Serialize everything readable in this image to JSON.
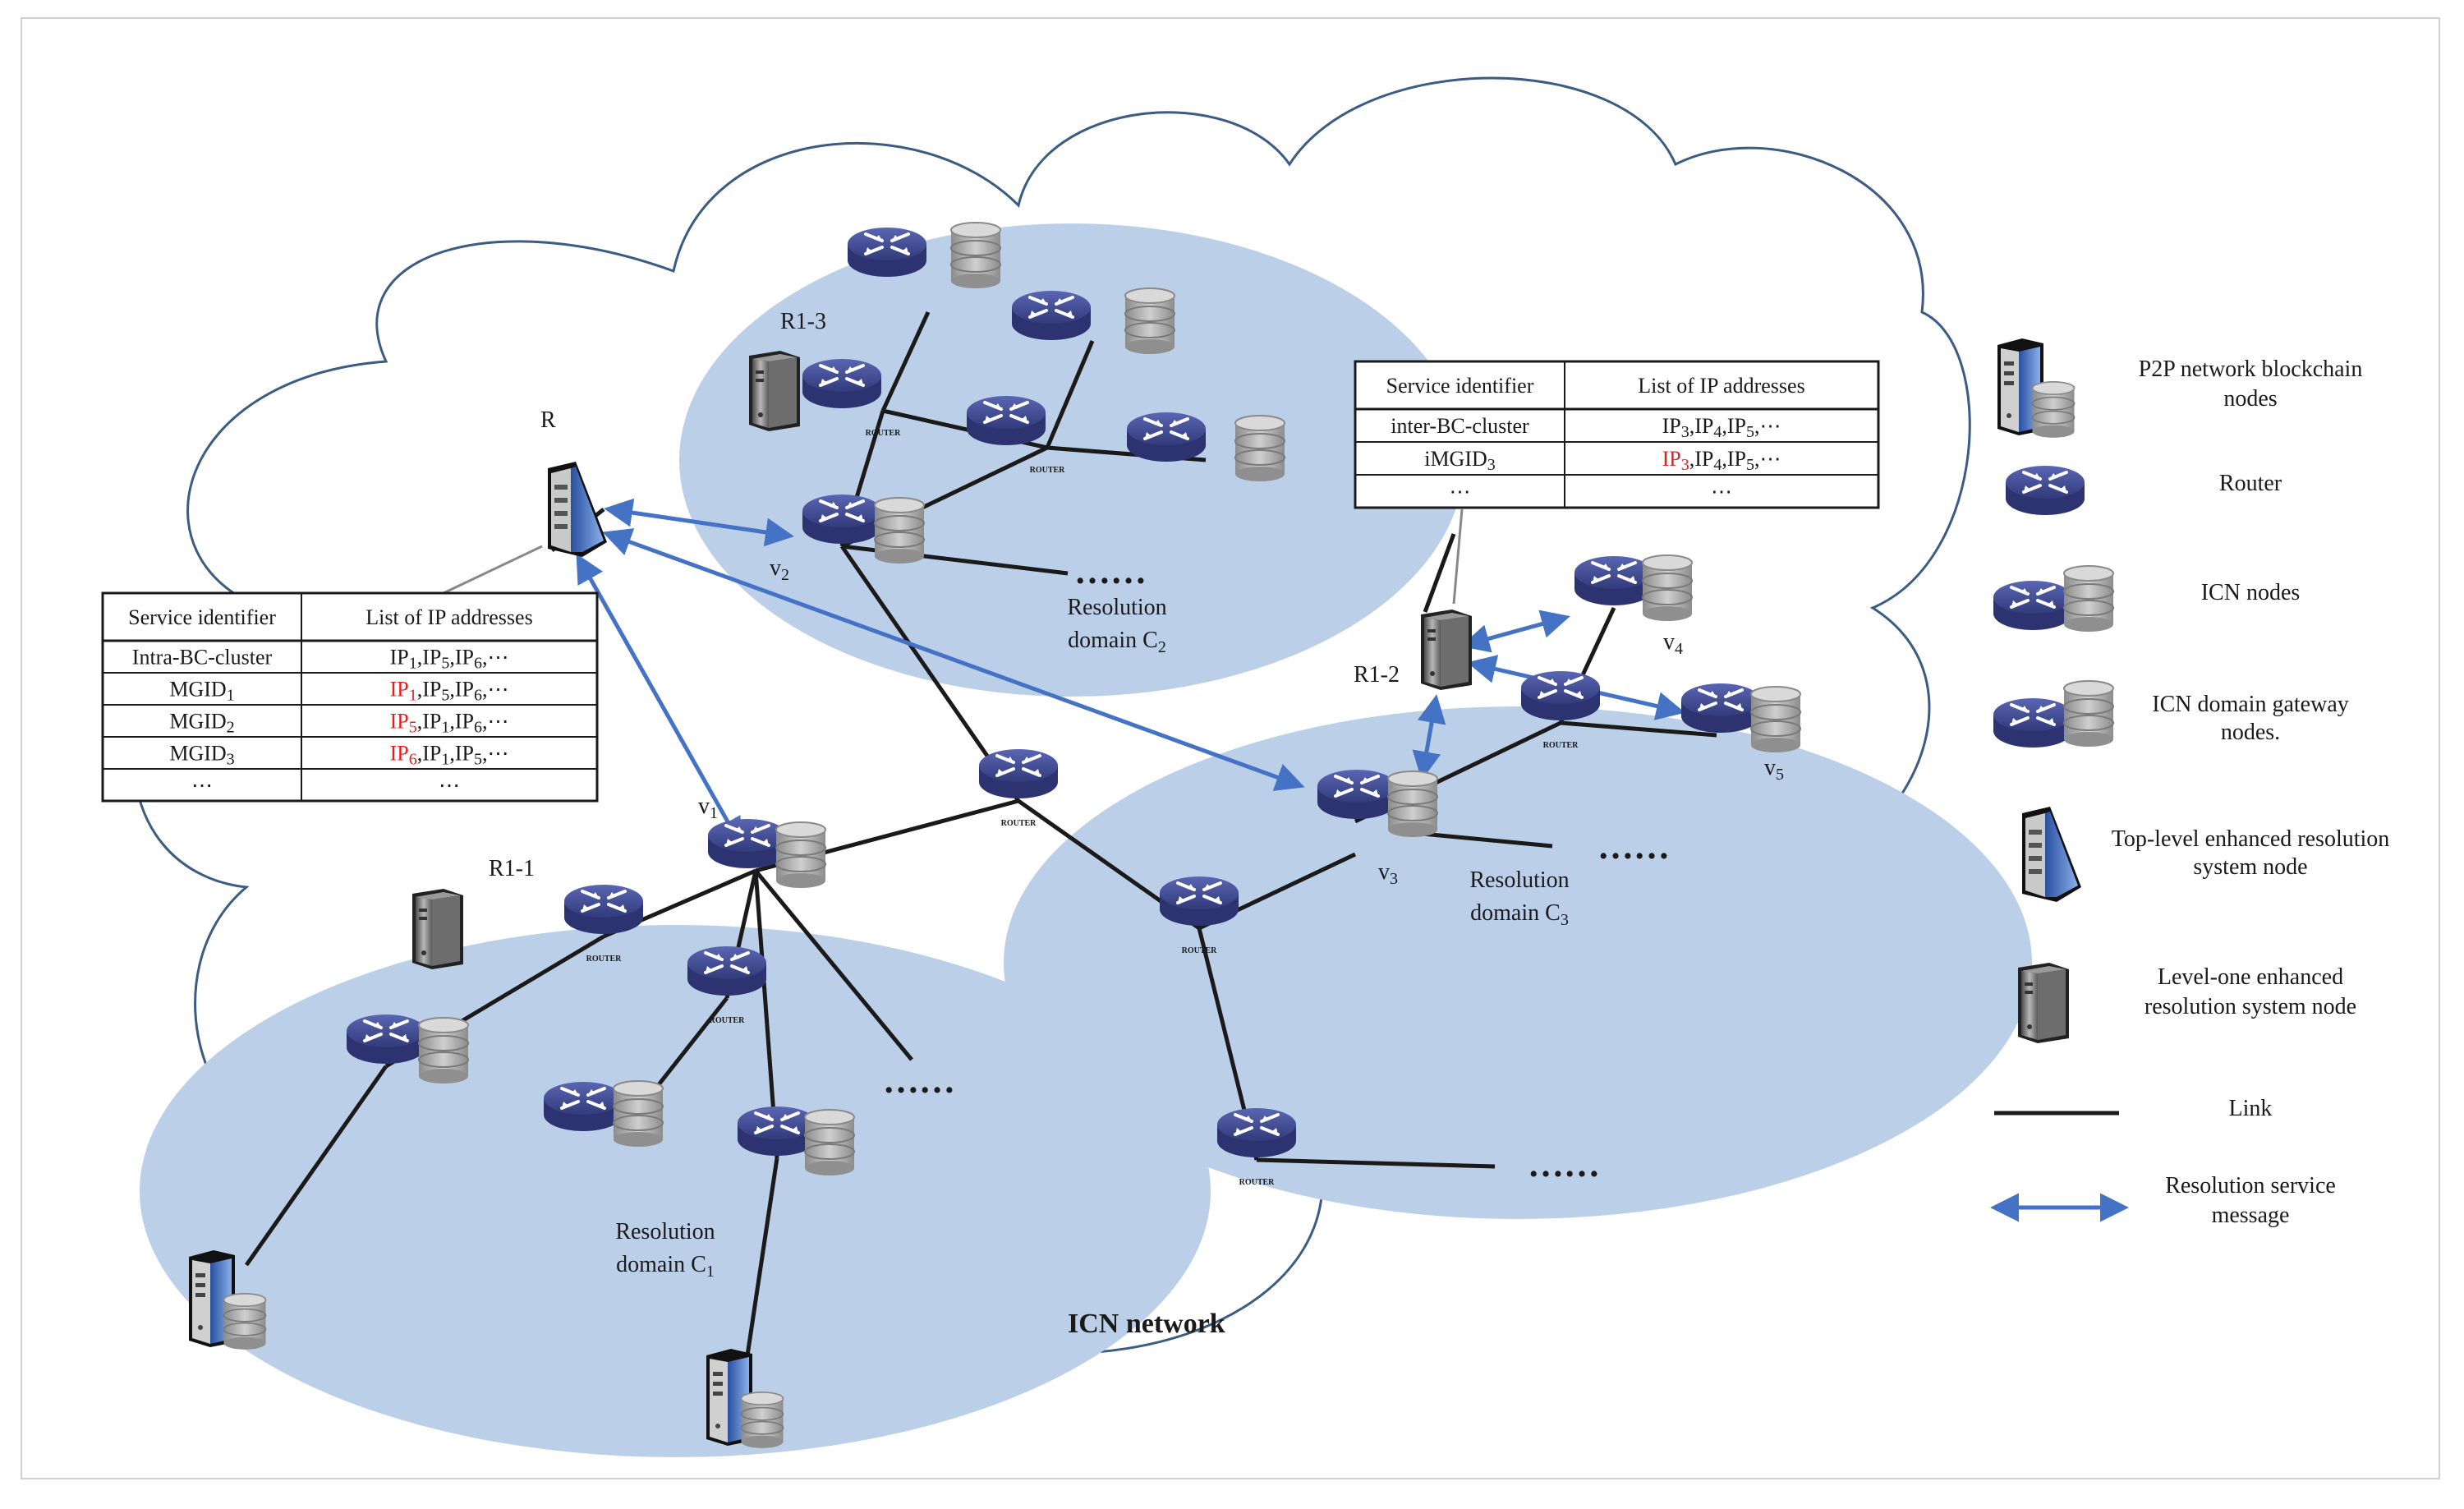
{
  "network_title": "ICN network",
  "domains": {
    "c1": {
      "line1": "Resolution",
      "line2": "domain C",
      "sub": "1"
    },
    "c2": {
      "line1": "Resolution",
      "line2": "domain C",
      "sub": "2"
    },
    "c3": {
      "line1": "Resolution",
      "line2": "domain C",
      "sub": "3"
    }
  },
  "node_labels": {
    "R": "R",
    "r1_1": "R1-1",
    "r1_2": "R1-2",
    "r1_3": "R1-3",
    "v1": {
      "base": "v",
      "sub": "1"
    },
    "v2": {
      "base": "v",
      "sub": "2"
    },
    "v3": {
      "base": "v",
      "sub": "3"
    },
    "v4": {
      "base": "v",
      "sub": "4"
    },
    "v5": {
      "base": "v",
      "sub": "5"
    },
    "router_text": "ROUTER",
    "ellipsis": "……"
  },
  "table_left": {
    "headers": [
      "Service identifier",
      "List of IP addresses"
    ],
    "rows": [
      {
        "id": "Intra-BC-cluster",
        "id_sub": "",
        "ips": [
          [
            "IP",
            "1",
            "k"
          ],
          [
            ",IP",
            "5",
            "k"
          ],
          [
            ",IP",
            "6",
            "k"
          ],
          [
            ",⋯",
            "",
            "k"
          ]
        ]
      },
      {
        "id": "MGID",
        "id_sub": "1",
        "ips": [
          [
            "IP",
            "1",
            "r"
          ],
          [
            ",IP",
            "5",
            "k"
          ],
          [
            ",IP",
            "6",
            "k"
          ],
          [
            ",⋯",
            "",
            "k"
          ]
        ]
      },
      {
        "id": "MGID",
        "id_sub": "2",
        "ips": [
          [
            "IP",
            "5",
            "r"
          ],
          [
            ",IP",
            "1",
            "k"
          ],
          [
            ",IP",
            "6",
            "k"
          ],
          [
            ",⋯",
            "",
            "k"
          ]
        ]
      },
      {
        "id": "MGID",
        "id_sub": "3",
        "ips": [
          [
            "IP",
            "6",
            "r"
          ],
          [
            ",IP",
            "1",
            "k"
          ],
          [
            ",IP",
            "5",
            "k"
          ],
          [
            ",⋯",
            "",
            "k"
          ]
        ]
      },
      {
        "id": "⋯",
        "id_sub": "",
        "ips": [
          [
            "⋯",
            "",
            "k"
          ]
        ]
      }
    ]
  },
  "table_right": {
    "headers": [
      "Service identifier",
      "List of IP addresses"
    ],
    "rows": [
      {
        "id": "inter-BC-cluster",
        "id_sub": "",
        "ips": [
          [
            "IP",
            "3",
            "k"
          ],
          [
            ",IP",
            "4",
            "k"
          ],
          [
            ",IP",
            "5",
            "k"
          ],
          [
            ",⋯",
            "",
            "k"
          ]
        ]
      },
      {
        "id": "iMGID",
        "id_sub": "3",
        "ips": [
          [
            "IP",
            "3",
            "r"
          ],
          [
            ",IP",
            "4",
            "k"
          ],
          [
            ",IP",
            "5",
            "k"
          ],
          [
            ",⋯",
            "",
            "k"
          ]
        ]
      },
      {
        "id": "⋯",
        "id_sub": "",
        "ips": [
          [
            "⋯",
            "",
            "k"
          ]
        ]
      }
    ]
  },
  "legend": [
    {
      "key": "blockchain",
      "line1": "P2P network blockchain",
      "line2": "nodes"
    },
    {
      "key": "router",
      "line1": "Router",
      "line2": ""
    },
    {
      "key": "icn",
      "line1": "ICN nodes",
      "line2": ""
    },
    {
      "key": "gateway",
      "line1": "ICN domain gateway",
      "line2": "nodes."
    },
    {
      "key": "toplevel",
      "line1": "Top-level enhanced resolution",
      "line2": "system node"
    },
    {
      "key": "levelone",
      "line1": "Level-one enhanced",
      "line2": "resolution system node"
    },
    {
      "key": "link",
      "line1": "Link",
      "line2": ""
    },
    {
      "key": "message",
      "line1": "Resolution service",
      "line2": "message"
    }
  ],
  "colors": {
    "domain_fill": "#bccfe9",
    "cloud_stroke": "#3b5b82",
    "router_fill": "#3f4a91",
    "arrow": "#4472c4",
    "red_text": "#e02020"
  }
}
